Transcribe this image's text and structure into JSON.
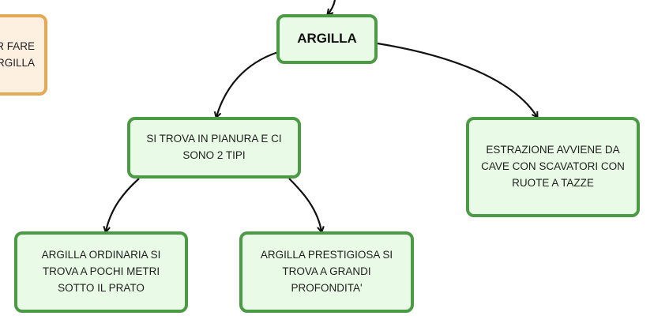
{
  "nodes": {
    "root": "ARGILLA",
    "side": [
      "R FARE",
      "RGILLA"
    ],
    "pianura": [
      "SI TROVA IN PIANURA  E CI",
      "SONO 2 TIPI"
    ],
    "estrazione": [
      "ESTRAZIONE AVVIENE DA",
      "CAVE CON SCAVATORI CON",
      "RUOTE A TAZZE"
    ],
    "ordinaria": [
      "ARGILLA ORDINARIA SI",
      "TROVA A POCHI METRI",
      "SOTTO IL PRATO"
    ],
    "prestigiosa": [
      "ARGILLA PRESTIGIOSA  SI",
      "TROVA A GRANDI",
      "PROFONDITA'"
    ]
  },
  "colors": {
    "green_border": "#4b9a44",
    "green_fill": "#e9fbe6",
    "orange_border": "#e3a954",
    "orange_fill": "#fdf0e0",
    "arrow": "#111111"
  }
}
